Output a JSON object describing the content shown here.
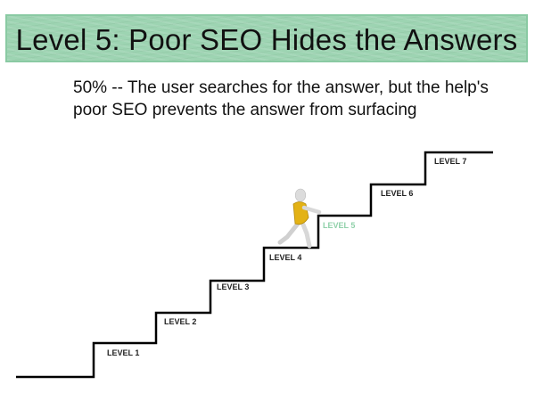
{
  "slide": {
    "title": "Level 5: Poor SEO Hides the Answers",
    "subtitle_line1": "50% -- The user searches for the answer, but the help's",
    "subtitle_line2": "poor SEO prevents the answer from surfacing"
  },
  "levels": [
    {
      "label": "LEVEL 1",
      "active": false
    },
    {
      "label": "LEVEL 2",
      "active": false
    },
    {
      "label": "LEVEL 3",
      "active": false
    },
    {
      "label": "LEVEL 4",
      "active": false
    },
    {
      "label": "LEVEL 5",
      "active": true
    },
    {
      "label": "LEVEL 6",
      "active": false
    },
    {
      "label": "LEVEL 7",
      "active": false
    }
  ],
  "colors": {
    "banner": "#9dd4b2",
    "active_level": "#8fd0a9",
    "stair_line": "#000000",
    "figure_shirt": "#e3b215",
    "figure_body": "#d9d9d9"
  },
  "figure": {
    "icon": "climbing-person-icon"
  }
}
